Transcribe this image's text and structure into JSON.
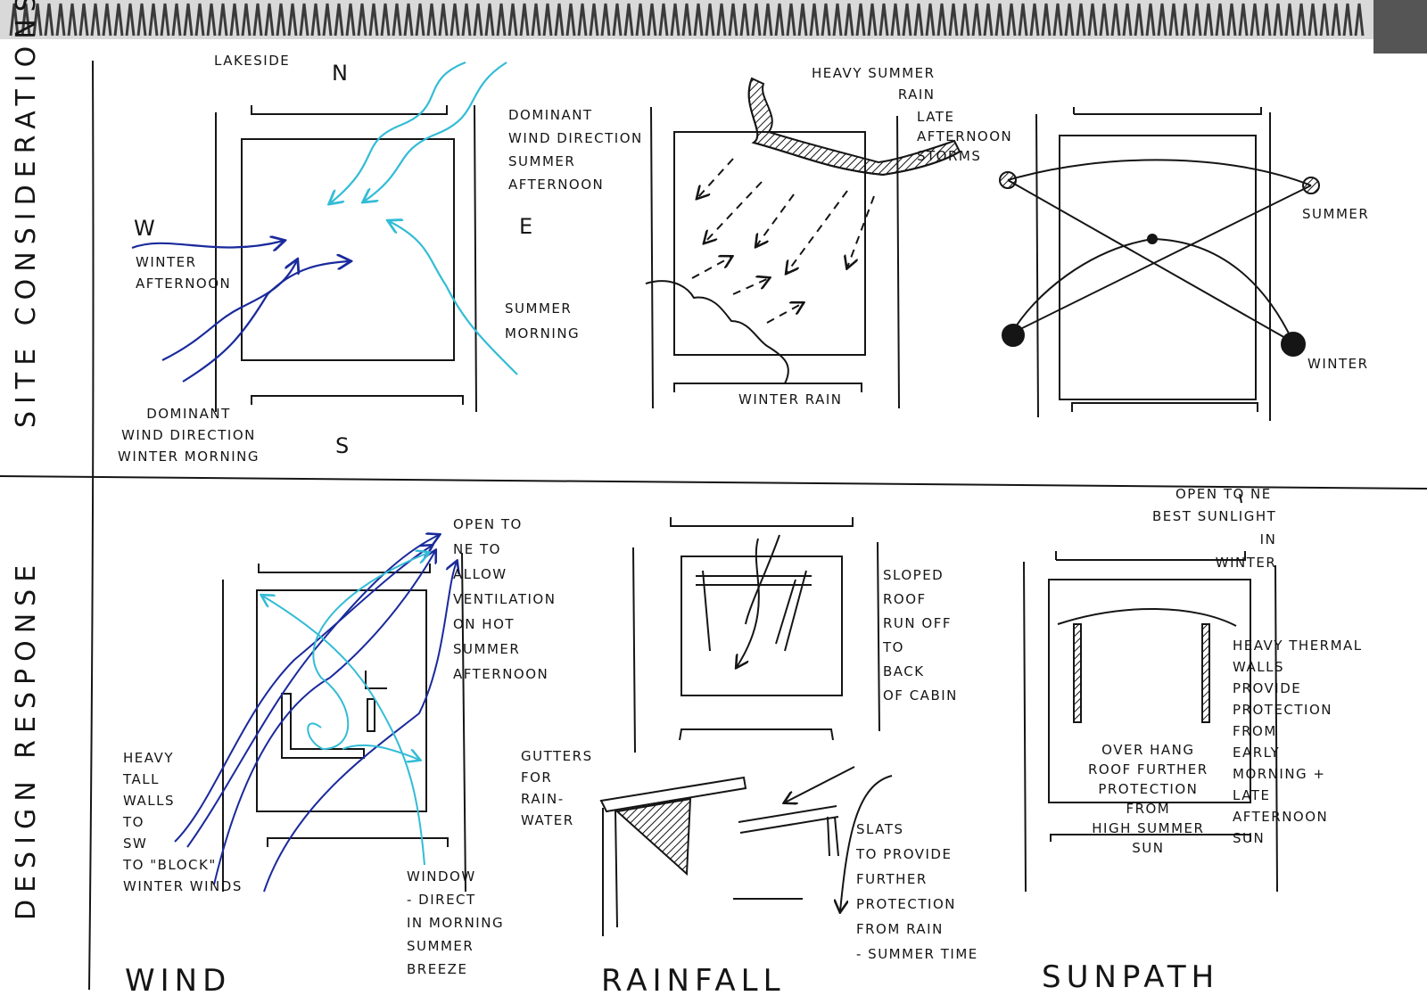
{
  "side_headings": {
    "site": "SITE CONSIDERATIONS",
    "design": "DESIGN RESPONSE"
  },
  "column_titles": {
    "wind": "WIND",
    "rainfall": "RAINFALL",
    "sunpath": "SUNPATH"
  },
  "site_wind": {
    "lakeside": "LAKESIDE",
    "north": "N",
    "south": "S",
    "east": "E",
    "west": "W",
    "dominant_summer": "DOMINANT\nWIND DIRECTION\nSUMMER\nAFTERNOON",
    "summer_morning": "SUMMER\nMORNING",
    "winter_afternoon": "WINTER\nAFTERNOON",
    "dominant_winter": "DOMINANT\nWIND DIRECTION\nWINTER MORNING"
  },
  "site_rain": {
    "heavy_summer_rain": "HEAVY SUMMER\nRAIN",
    "late_afternoon_storms": "LATE\nAFTERNOON\nSTORMS",
    "winter_rain": "WINTER RAIN"
  },
  "site_sun": {
    "summer": "SUMMER",
    "winter": "WINTER"
  },
  "design_wind": {
    "open_ne": "OPEN TO\nNE TO\nALLOW\nVENTILATION\nON HOT\nSUMMER\nAFTERNOON",
    "heavy_walls": "HEAVY\nTALL\nWALLS\nTO\nSW\nTO \"BLOCK\"\nWINTER WINDS",
    "window_direct": "WINDOW\n- DIRECT\nIN MORNING\nSUMMER\nBREEZE"
  },
  "design_rain": {
    "sloped_roof": "SLOPED\nROOF\nRUN OFF\nTO\nBACK\nOF CABIN",
    "gutters": "GUTTERS\nFOR\nRAIN-\nWATER",
    "slats": "SLATS\nTO PROVIDE\nFURTHER\nPROTECTION\nFROM RAIN\n- SUMMER TIME"
  },
  "design_sun": {
    "open_ne_sun": "OPEN TO NE",
    "best_sunlight": "BEST SUNLIGHT\nIN\nWINTER",
    "thermal_walls": "HEAVY THERMAL\nWALLS\nPROVIDE\nPROTECTION\nFROM\nEARLY\nMORNING +\nLATE\nAFTERNOON\nSUN",
    "overhang": "OVER HANG\nROOF FURTHER\nPROTECTION\nFROM\nHIGH SUMMER\nSUN"
  },
  "colors": {
    "ink": "#151515",
    "wind_winter": "#1a2a9c",
    "wind_summer": "#33bcd6",
    "paper": "#ffffff",
    "binding": "#3a3a3a"
  }
}
